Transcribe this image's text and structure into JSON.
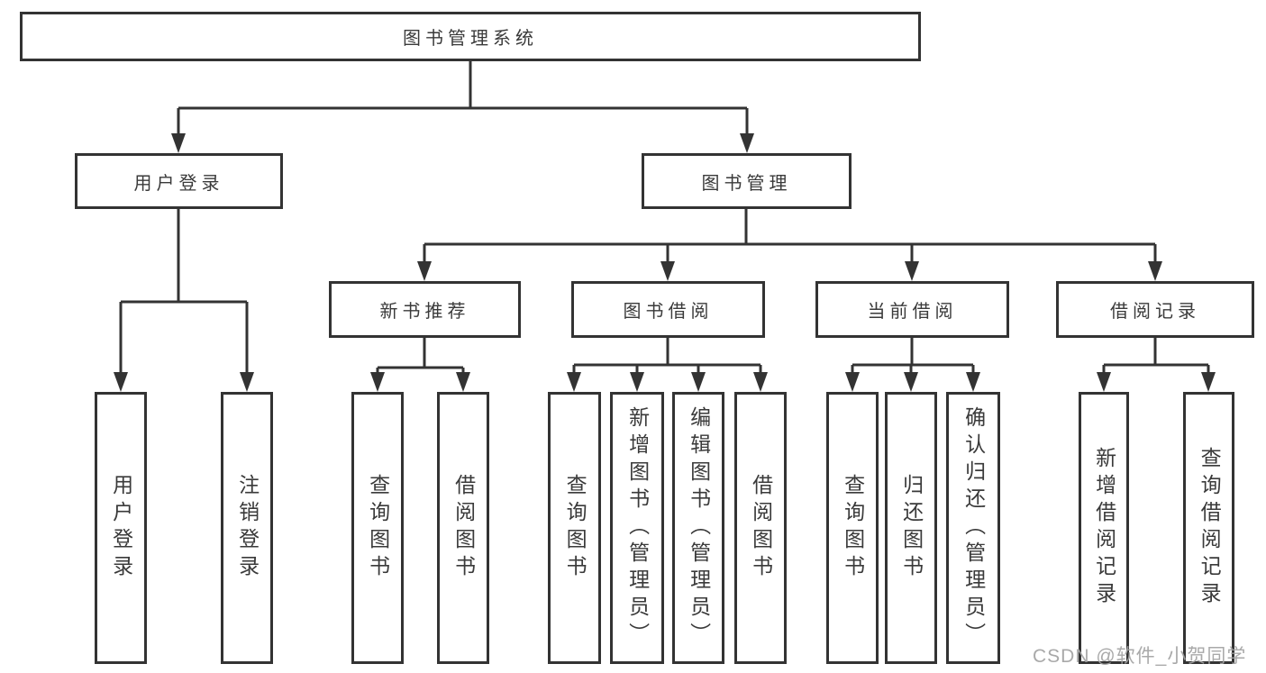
{
  "diagram": {
    "root": {
      "label": "图书管理系统"
    },
    "branches": [
      {
        "label": "用户登录",
        "children": [
          {
            "label": "用户登录"
          },
          {
            "label": "注销登录"
          }
        ]
      },
      {
        "label": "图书管理",
        "children": [
          {
            "label": "新书推荐",
            "children": [
              {
                "label": "查询图书"
              },
              {
                "label": "借阅图书"
              }
            ]
          },
          {
            "label": "图书借阅",
            "children": [
              {
                "label": "查询图书"
              },
              {
                "label": "新增图书（管理员）"
              },
              {
                "label": "编辑图书（管理员）"
              },
              {
                "label": "借阅图书"
              }
            ]
          },
          {
            "label": "当前借阅",
            "children": [
              {
                "label": "查询图书"
              },
              {
                "label": "归还图书"
              },
              {
                "label": "确认归还（管理员）"
              }
            ]
          },
          {
            "label": "借阅记录",
            "children": [
              {
                "label": "新增借阅记录"
              },
              {
                "label": "查询借阅记录"
              }
            ]
          }
        ]
      }
    ]
  },
  "watermark": {
    "text": "CSDN @软件_小贺同学"
  },
  "colors": {
    "line": "#333333",
    "box_background": "#ffffff",
    "text": "#3a3a3a",
    "watermark": "#a2a2a2"
  }
}
